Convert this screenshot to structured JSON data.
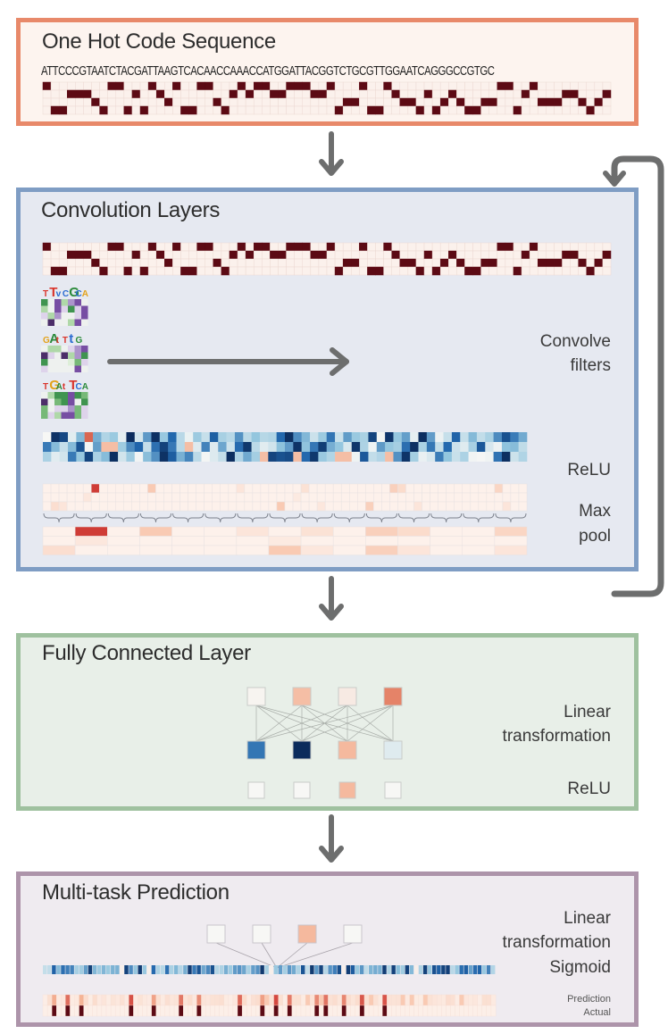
{
  "sections": {
    "onehot": {
      "title": "One Hot Code Sequence",
      "sequence": "ATTCCCGTAATCTACGATTAAGTCACAACCAAACCATGGATTACGGTCTGCGTTGGAATCAGGGCCGTGC",
      "row_order": [
        "A",
        "C",
        "G",
        "T"
      ]
    },
    "conv": {
      "title": "Convolution Layers",
      "labels": {
        "convolve": "Convolve",
        "filters": "filters",
        "relu": "ReLU",
        "max": "Max",
        "pool": "pool"
      },
      "filters": [
        {
          "motif": "TTvCGCA",
          "logo_colors": [
            "#d9342b",
            "#d9342b",
            "#2a6bd1",
            "#2a6bd1",
            "#2a8a3a",
            "#2a6bd1",
            "#e3a21a"
          ]
        },
        {
          "motif": "GAtTtG",
          "logo_colors": [
            "#e3a21a",
            "#2a8a3a",
            "#d9342b",
            "#d9342b",
            "#2a6bd1",
            "#2a8a3a"
          ]
        },
        {
          "motif": "TGAtTCA",
          "logo_colors": [
            "#d9342b",
            "#e3a21a",
            "#2a8a3a",
            "#d9342b",
            "#d9342b",
            "#2a6bd1",
            "#2a8a3a"
          ]
        }
      ],
      "pool_width": 4
    },
    "fc": {
      "title": "Fully Connected Layer",
      "labels": {
        "linear": "Linear",
        "transformation": "transformation",
        "relu": "ReLU"
      },
      "input_nodes": [
        0.02,
        0.35,
        0.08,
        0.75
      ],
      "linear_nodes": [
        -0.75,
        -1.0,
        0.38,
        -0.12
      ],
      "relu_nodes": [
        0.0,
        0.0,
        0.38,
        0.0
      ]
    },
    "multitask": {
      "title": "Multi-task Prediction",
      "labels": {
        "linear": "Linear",
        "transformation": "transformation",
        "sigmoid": "Sigmoid",
        "prediction": "Prediction",
        "actual": "Actual"
      },
      "input_nodes": [
        0.0,
        0.0,
        0.38,
        0.0
      ],
      "actual_positive_indices": [
        2,
        5,
        8,
        19,
        24,
        30,
        34,
        43,
        48,
        51,
        54,
        60,
        62,
        66,
        70,
        75
      ],
      "n_tasks": 100
    }
  },
  "colors": {
    "onehot_fill": "#5c0a14",
    "grid_line": "#ecd9d3",
    "arrow": "#6d6e6e"
  }
}
